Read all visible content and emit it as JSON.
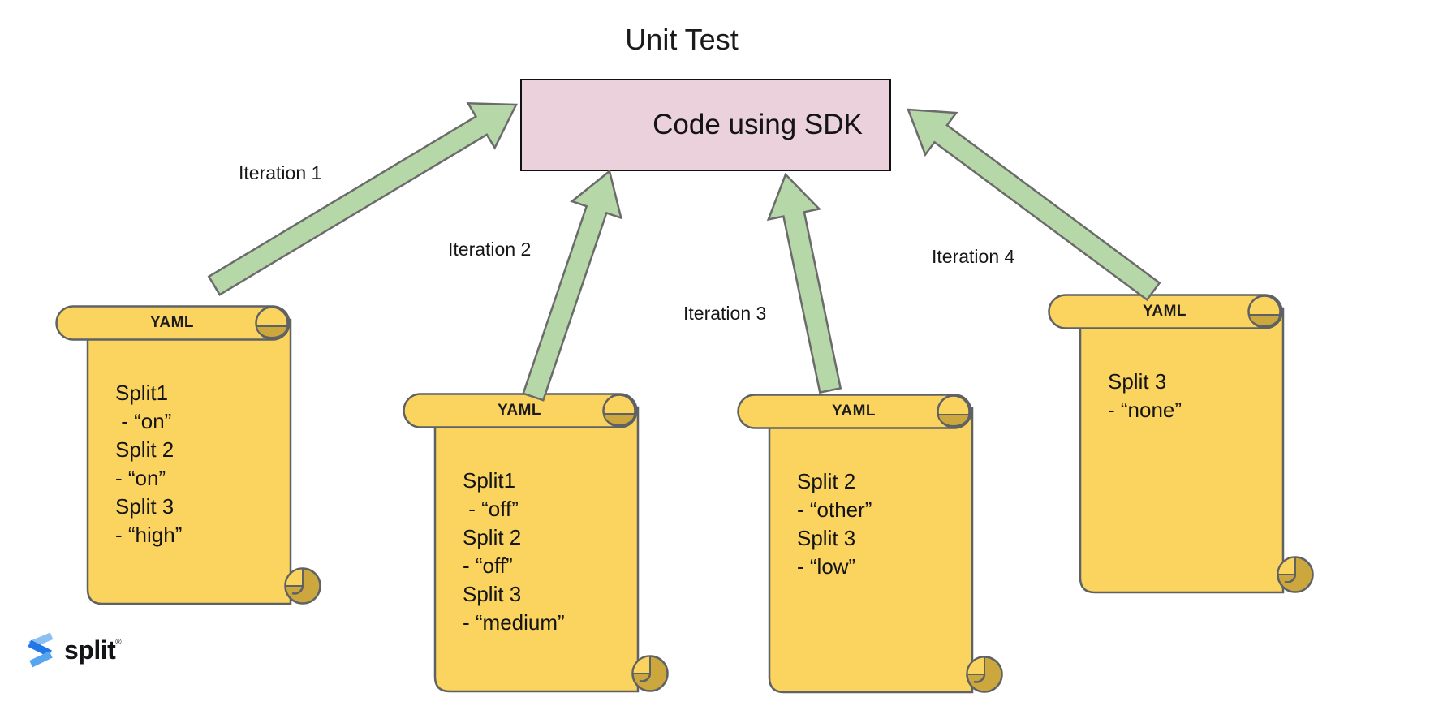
{
  "title": "Unit Test",
  "sdk_box": {
    "label": "Code using SDK"
  },
  "arrows": [
    {
      "label": "Iteration 1"
    },
    {
      "label": "Iteration 2"
    },
    {
      "label": "Iteration 3"
    },
    {
      "label": "Iteration 4"
    }
  ],
  "scrolls": [
    {
      "header": "YAML",
      "lines": [
        "Split1",
        " - “on”",
        "Split 2",
        "- “on”",
        "Split 3",
        "- “high”"
      ]
    },
    {
      "header": "YAML",
      "lines": [
        "Split1",
        " - “off”",
        "Split 2",
        "- “off”",
        "Split 3",
        "- “medium”"
      ]
    },
    {
      "header": "YAML",
      "lines": [
        "Split 2",
        "- “other”",
        "Split 3",
        "- “low”"
      ]
    },
    {
      "header": "YAML",
      "lines": [
        "Split 3",
        "- “none”"
      ]
    }
  ],
  "logo": {
    "text": "split",
    "trademark": "®"
  },
  "colors": {
    "scroll_yellow": "#FBD35F",
    "scroll_gold": "#CCA73E",
    "scroll_stroke": "#5E6265",
    "arrow_green": "#B6D7A8",
    "arrow_stroke": "#6B6B6B",
    "box_pink": "#EAD1DC",
    "box_border": "#111111",
    "logo_blue_dark": "#2176E8",
    "logo_blue_mid": "#57A4EF",
    "logo_blue_light": "#8BC0F2"
  }
}
